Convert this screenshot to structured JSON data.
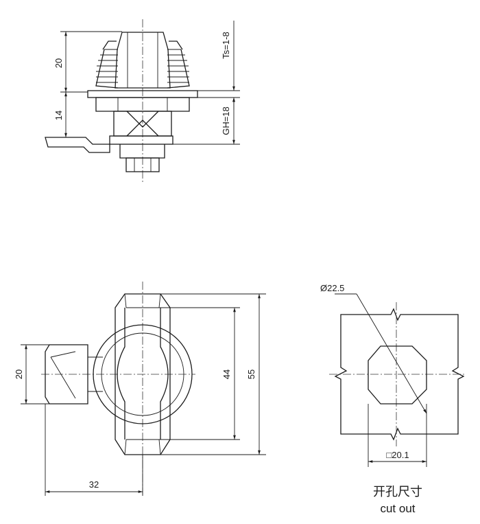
{
  "top_view": {
    "dim_height_upper": "20",
    "dim_height_lower": "14",
    "dim_ts": "Ts=1-8",
    "dim_gh": "GH=18"
  },
  "front_view": {
    "dim_cam_width": "20",
    "dim_inner_height": "44",
    "dim_outer_height": "55",
    "dim_offset": "32"
  },
  "cutout": {
    "dim_diameter": "Ø22.5",
    "dim_flat": "□20.1",
    "caption_cn": "开孔尺寸",
    "caption_en": "cut out"
  }
}
